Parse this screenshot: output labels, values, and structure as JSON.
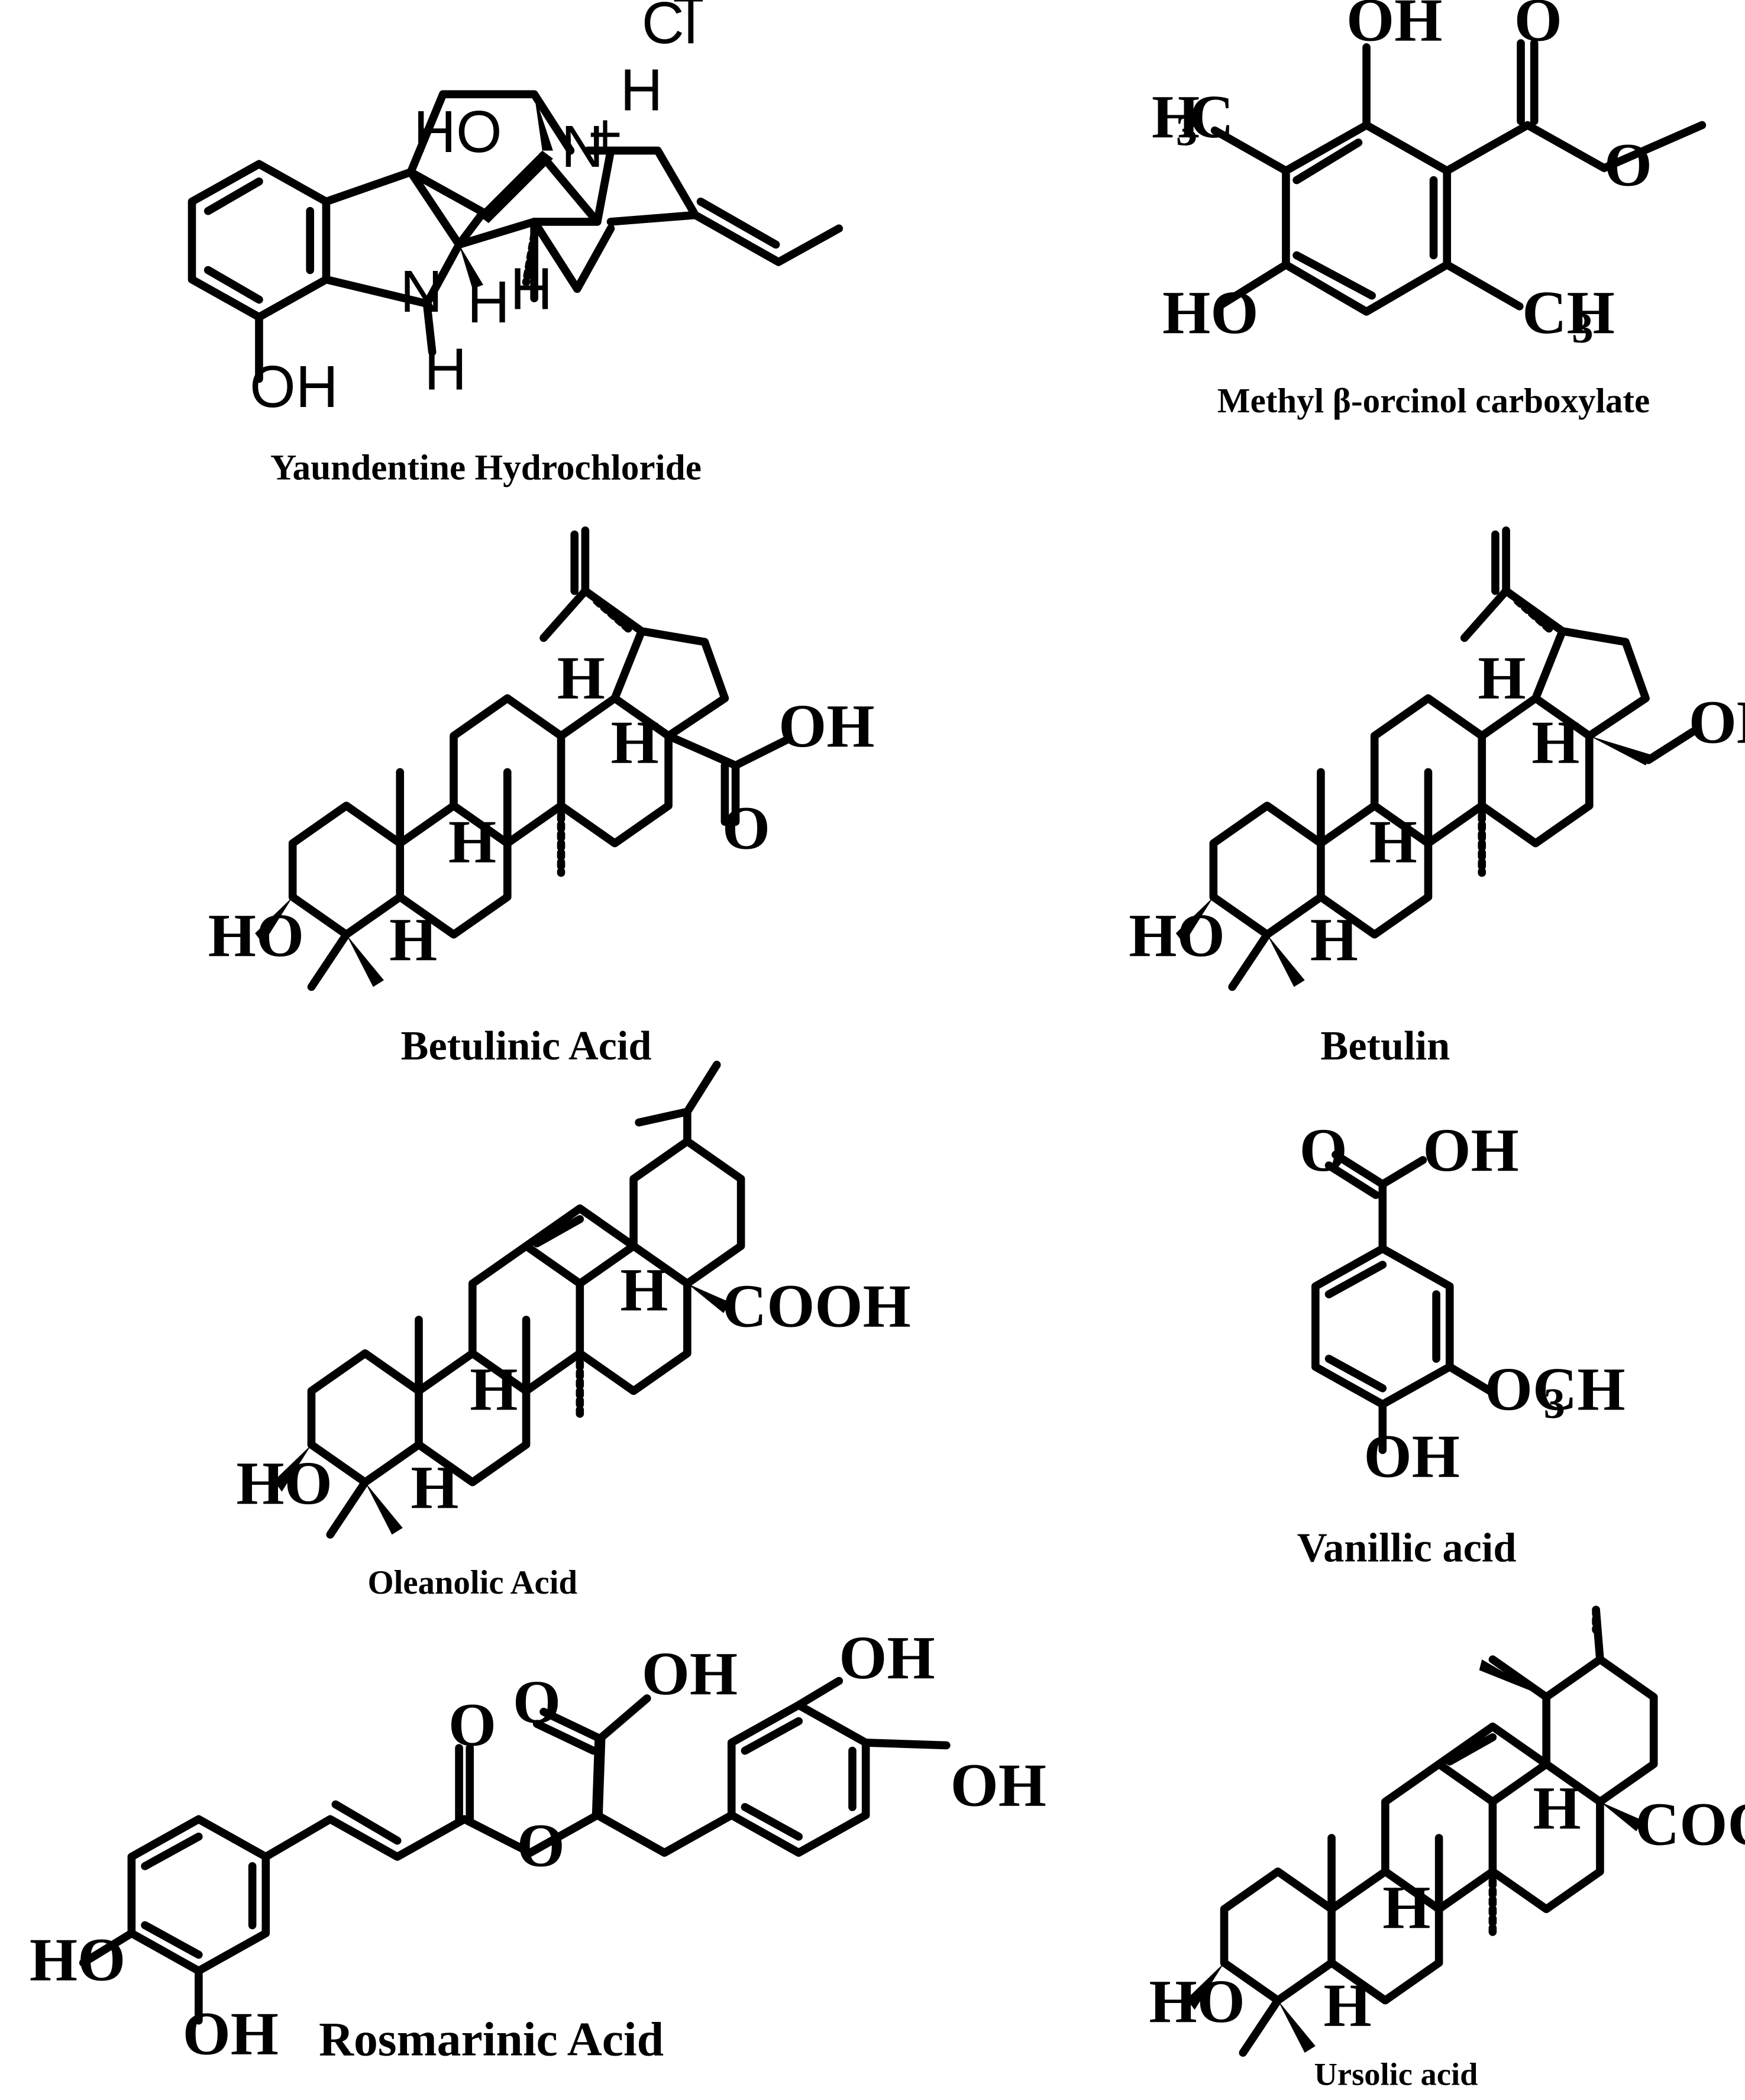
{
  "structures": [
    {
      "caption": "Yaundentine Hydrochloride",
      "atoms": {
        "chloride": "Cl",
        "chloride_charge": "−",
        "hydroxyl_bridge": "HO",
        "ammonium_n": "N",
        "ammonium_charge": "+",
        "ammonium_h": "H",
        "amine_n": "N",
        "amine_h": "H",
        "h_wedge": "H",
        "h_hash": "H",
        "phenol": "OH"
      }
    },
    {
      "caption": "Methyl β-orcinol carboxylate",
      "atoms": {
        "oh_top": "OH",
        "carbonyl_o": "O",
        "ester_o": "O",
        "methyl_left": "H",
        "methyl_left_sub": "3",
        "methyl_left_c": "C",
        "oh_left": "HO",
        "methyl_right": "CH",
        "methyl_right_sub": "3"
      }
    },
    {
      "caption": "Betulinic Acid",
      "atoms": {
        "h1": "H",
        "h2": "H",
        "h3": "H",
        "h4": "H",
        "oh_acid": "OH",
        "o_acid": "O",
        "ho": "HO"
      }
    },
    {
      "caption": "Betulin",
      "atoms": {
        "h1": "H",
        "h2": "H",
        "h3": "H",
        "h4": "H",
        "oh": "OH",
        "ho": "HO"
      }
    },
    {
      "caption": "Oleanolic Acid",
      "atoms": {
        "h1": "H",
        "h2": "H",
        "h3": "H",
        "cooh": "COOH",
        "ho": "HO"
      }
    },
    {
      "caption": "Vanillic acid",
      "atoms": {
        "o_carbonyl": "O",
        "oh_acid": "OH",
        "och3": "OCH",
        "och3_sub": "3",
        "oh_phenol": "OH"
      }
    },
    {
      "caption": "Rosmarinic Acid",
      "atoms": {
        "o_ketone": "O",
        "o_ester": "O",
        "o_acid": "O",
        "oh_acid": "OH",
        "oh_right_top": "OH",
        "oh_right": "OH",
        "ho_left": "HO",
        "oh_left": "OH"
      }
    },
    {
      "caption": "Ursolic acid",
      "atoms": {
        "h1": "H",
        "h2": "H",
        "h3": "H",
        "cooh": "COOH",
        "ho": "HO"
      }
    }
  ]
}
